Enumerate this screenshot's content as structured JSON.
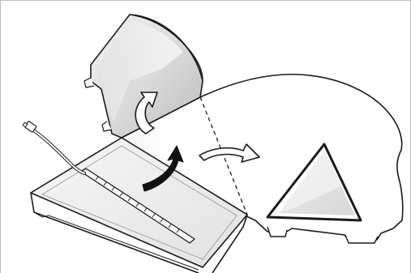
{
  "figure": {
    "type": "fold-assembly-illustration",
    "parts": [
      "folded-flap",
      "cone-body-panel",
      "triangular-window-cutout",
      "base-tray",
      "scale-ruler",
      "cable-connector"
    ],
    "arrows": [
      {
        "name": "rotate-arrow-upper",
        "style": "hollow",
        "meaning": "rotate-flap"
      },
      {
        "name": "fold-arrow-center",
        "style": "solid",
        "meaning": "fold-up"
      },
      {
        "name": "fold-arrow-right",
        "style": "hollow",
        "meaning": "fold-over"
      }
    ],
    "fold_lines": "dashed",
    "colors": {
      "outline": "#1a1a1a",
      "panel_fill": "#ffffff",
      "shade_light": "#ececec",
      "shade_mid": "#d6d6d6",
      "shade_dark": "#b8b8b8",
      "arrow_solid": "#111111"
    }
  }
}
